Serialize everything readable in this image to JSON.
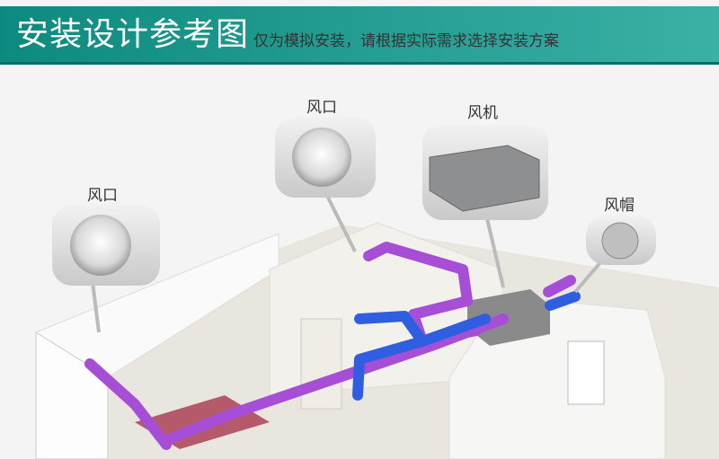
{
  "header": {
    "title": "安装设计参考图",
    "subtitle": "仅为模拟安装，请根据实际需求选择安装方案"
  },
  "callouts": [
    {
      "label": "风口"
    },
    {
      "label": "风口"
    },
    {
      "label": "风机"
    },
    {
      "label": "风帽"
    }
  ],
  "colors": {
    "banner": "#1a9a8e",
    "duct_purple": "#a64fd6",
    "duct_blue": "#2f5fe0"
  }
}
